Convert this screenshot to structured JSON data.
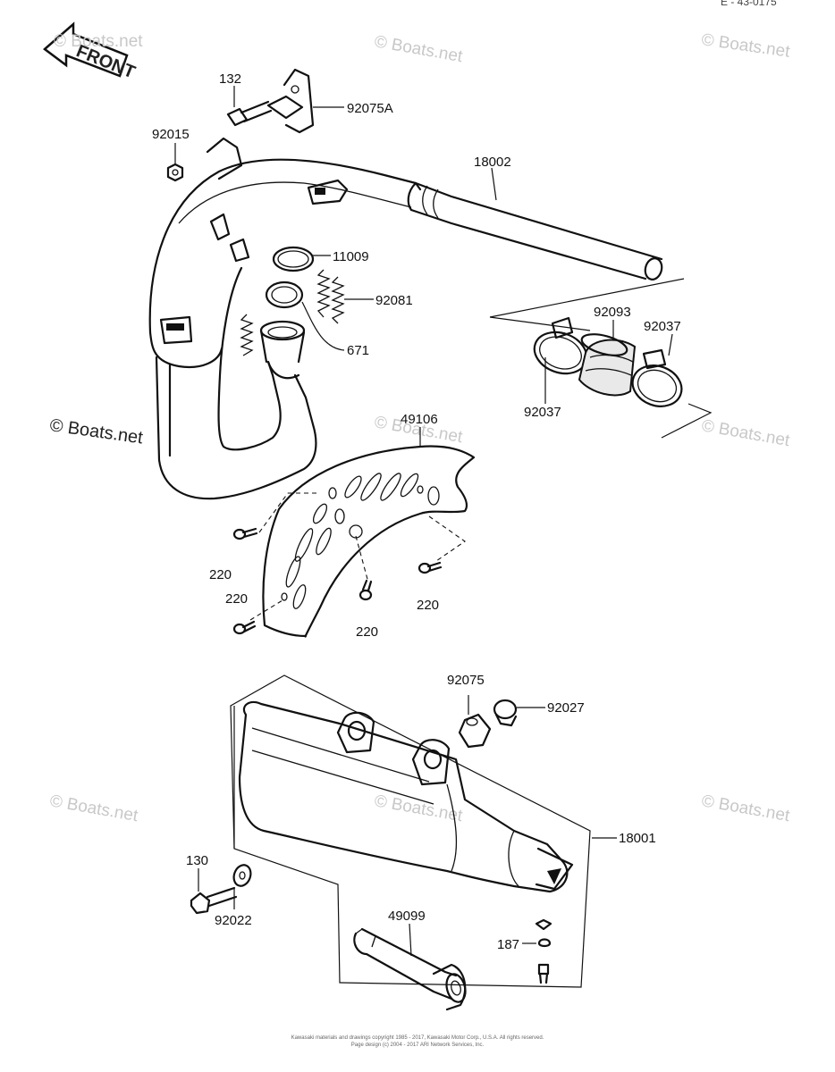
{
  "header": {
    "corner_code": "E - 43-0175",
    "front_label": "FRONT"
  },
  "watermarks": {
    "text": "© Boats.net"
  },
  "parts": {
    "p132": "132",
    "p92075A": "92075A",
    "p92015": "92015",
    "p18002": "18002",
    "p11009": "11009",
    "p92081": "92081",
    "p671": "671",
    "p92093": "92093",
    "p92037_top": "92037",
    "p92037_bottom": "92037",
    "p49106": "49106",
    "p220_a": "220",
    "p220_b": "220",
    "p220_c": "220",
    "p220_d": "220",
    "p92075": "92075",
    "p92027": "92027",
    "p18001": "18001",
    "p130": "130",
    "p92022": "92022",
    "p49099": "49099",
    "p187": "187"
  },
  "footer": {
    "line1": "Kawasaki materials and drawings copyright 1985 - 2017, Kawasaki Motor Corp., U.S.A. All rights reserved.",
    "line2": "Page design (c) 2004 - 2017 ARI Network Services, Inc."
  }
}
